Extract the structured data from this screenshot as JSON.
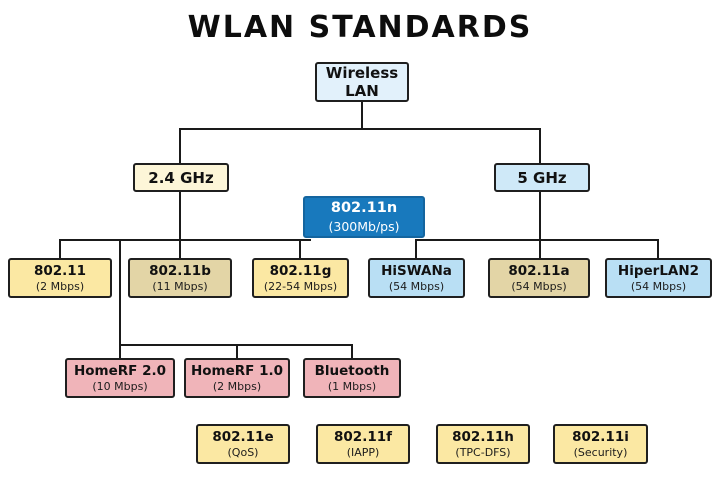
{
  "title": "WLAN STANDARDS",
  "tree": {
    "root": {
      "label": "Wireless LAN"
    },
    "bands": {
      "b24": {
        "label": "2.4 GHz"
      },
      "b5": {
        "label": "5 GHz"
      },
      "dual": {
        "label": "802.11n",
        "sub": "(300Mb/ps)"
      }
    },
    "standards_24": [
      {
        "label": "802.11",
        "sub": "(2 Mbps)"
      },
      {
        "label": "802.11b",
        "sub": "(11 Mbps)"
      },
      {
        "label": "802.11g",
        "sub": "(22-54 Mbps)"
      }
    ],
    "standards_5": [
      {
        "label": "HiSWANa",
        "sub": "(54 Mbps)"
      },
      {
        "label": "802.11a",
        "sub": "(54 Mbps)"
      },
      {
        "label": "HiperLAN2",
        "sub": "(54 Mbps)"
      }
    ],
    "other_24": [
      {
        "label": "HomeRF 2.0",
        "sub": "(10 Mbps)"
      },
      {
        "label": "HomeRF 1.0",
        "sub": "(2 Mbps)"
      },
      {
        "label": "Bluetooth",
        "sub": "(1 Mbps)"
      }
    ],
    "amendments": [
      {
        "label": "802.11e",
        "sub": "(QoS)"
      },
      {
        "label": "802.11f",
        "sub": "(IAPP)"
      },
      {
        "label": "802.11h",
        "sub": "(TPC-DFS)"
      },
      {
        "label": "802.11i",
        "sub": "(Security)"
      }
    ]
  },
  "colors": {
    "accent_blue": "#1879bd",
    "light_blue": "#b9dff4",
    "band_blue": "#cfe9f8",
    "root_blue": "#e2f1fb",
    "yellow": "#fbe8a3",
    "pale_yellow": "#fdf6d8",
    "tan": "#e3d5a6",
    "pink": "#f0b4b9",
    "line": "#1a1a1a"
  }
}
